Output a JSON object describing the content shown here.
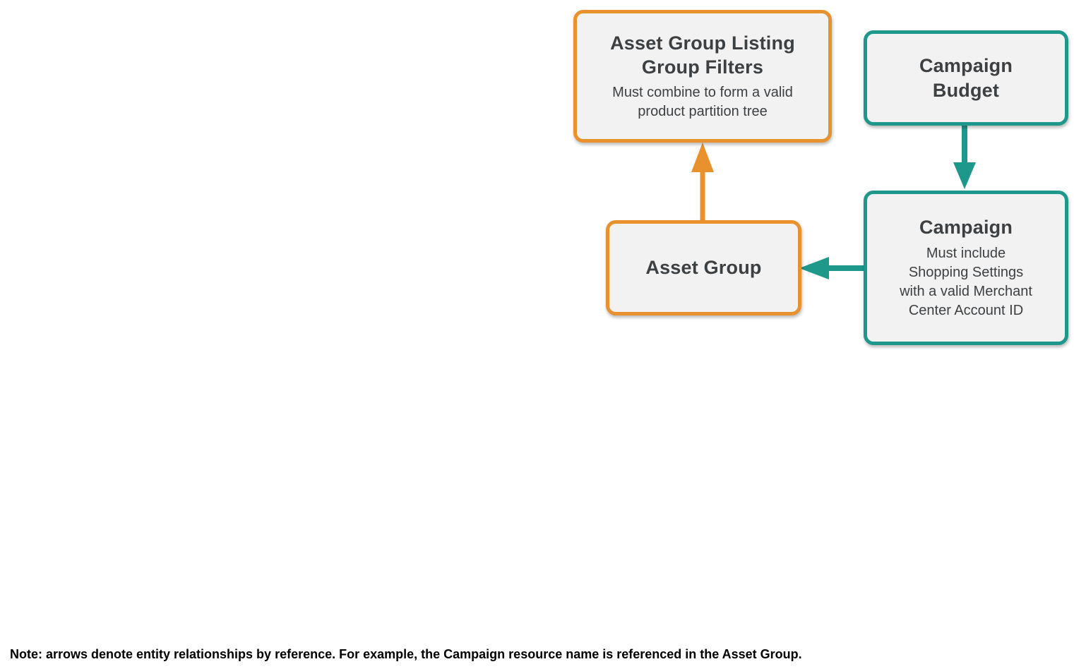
{
  "diagram": {
    "nodes": {
      "asset_group_listing_group_filters": {
        "title": "Asset Group Listing\nGroup Filters",
        "subtitle": "Must combine to form a valid\nproduct partition tree",
        "accent_color": "#E8912D"
      },
      "campaign_budget": {
        "title": "Campaign\nBudget",
        "accent_color": "#1E988B"
      },
      "campaign": {
        "title": "Campaign",
        "subtitle": "Must include\nShopping Settings\nwith a valid Merchant\nCenter Account ID",
        "accent_color": "#1E988B"
      },
      "asset_group": {
        "title": "Asset Group",
        "accent_color": "#E8912D"
      }
    },
    "edges": [
      {
        "from": "Asset Group",
        "to": "Asset Group Listing Group Filters",
        "color": "#E8912D",
        "direction": "up"
      },
      {
        "from": "Campaign Budget",
        "to": "Campaign",
        "color": "#1E988B",
        "direction": "down"
      },
      {
        "from": "Campaign",
        "to": "Asset Group",
        "color": "#1E988B",
        "direction": "left"
      }
    ],
    "colors": {
      "orange": "#E8912D",
      "teal": "#1E988B",
      "box_fill": "#F2F2F2",
      "title_text": "#3C4043",
      "note_text": "#000000"
    },
    "note": "Note: arrows denote entity relationships by reference. For example, the Campaign resource name is referenced in the Asset Group."
  }
}
